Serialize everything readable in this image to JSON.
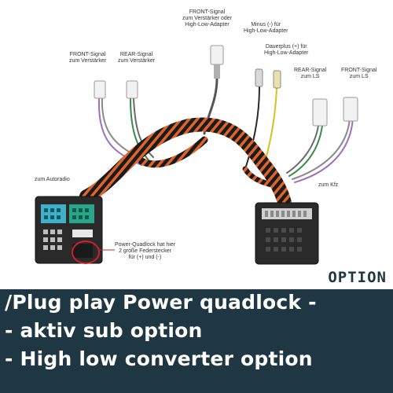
{
  "labels": {
    "front_amp": [
      "FRONT-Signal",
      "zum Verstärker"
    ],
    "rear_amp": [
      "REAR-Signal",
      "zum Verstärker"
    ],
    "front_hilo": [
      "FRONT-Signal",
      "zum Verstärker oder",
      "High-Low-Adapter"
    ],
    "minus_hilo": [
      "Minus (-) für",
      "High-Low-Adapter"
    ],
    "dauerplus": [
      "Dauerplus (+) für",
      "High-Low-Adapter"
    ],
    "rear_ls": [
      "REAR-Signal",
      "zum LS"
    ],
    "front_ls": [
      "FRONT-Signal",
      "zum LS"
    ],
    "radio": "zum Autoradio",
    "kfz": "zum Kfz",
    "quadlock": [
      "Power-Quadlock hat hier",
      "2 große Federstecker",
      "für (+) und (-)"
    ]
  },
  "logo": "OPTION",
  "banner": {
    "line1": "/Plug play Power quadlock -",
    "line2": "- aktiv sub option",
    "line3": "- High low converter option"
  },
  "colors": {
    "banner_bg": "#1f3742",
    "banner_text": "#ffffff",
    "harness_orange": "#e0642a",
    "harness_black": "#1b1b1b",
    "connector_teal": "#3fb0c8",
    "connector_green": "#2aa58a",
    "accent_red": "#d0202a"
  }
}
